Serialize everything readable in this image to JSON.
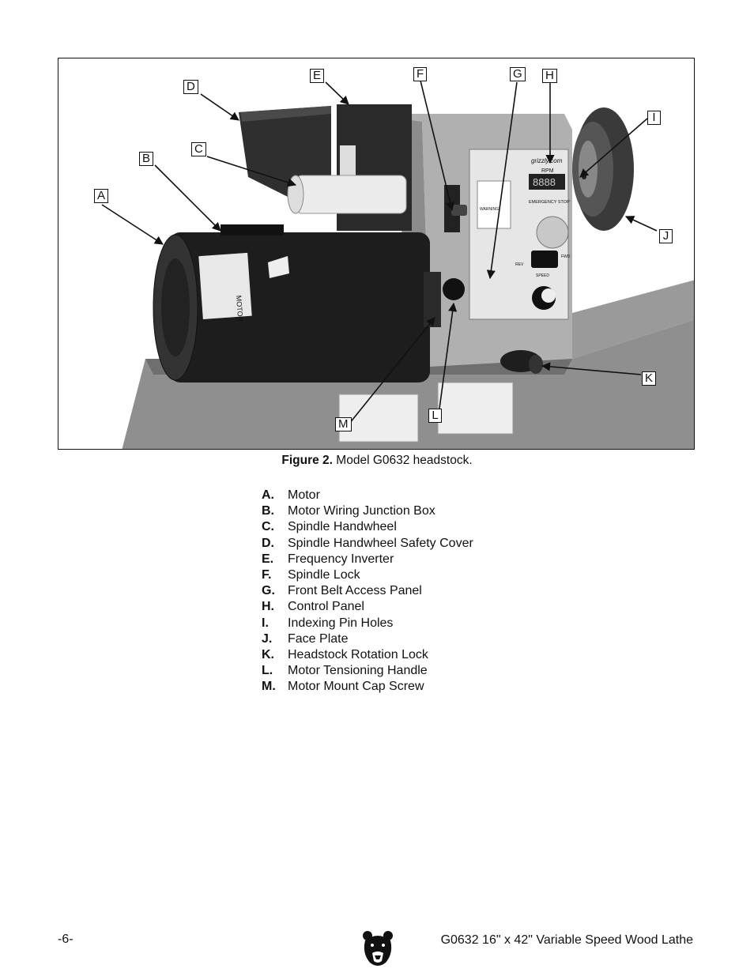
{
  "figure": {
    "callouts": [
      "A",
      "B",
      "C",
      "D",
      "E",
      "F",
      "G",
      "H",
      "I",
      "J",
      "K",
      "L",
      "M"
    ],
    "photo_text": {
      "motor": "MOTOR",
      "brand": "grizzly.com",
      "rpm": "RPM",
      "display": "8888",
      "emergency_stop": "EMERGENCY STOP",
      "warning": "WARNING",
      "rev": "REV",
      "fwd": "FWD",
      "speed": "SPEED"
    },
    "caption_bold": "Figure 2.",
    "caption_text": " Model G0632 headstock."
  },
  "parts": [
    {
      "letter": "A.",
      "name": "Motor"
    },
    {
      "letter": "B.",
      "name": "Motor Wiring Junction Box"
    },
    {
      "letter": "C.",
      "name": "Spindle Handwheel"
    },
    {
      "letter": "D.",
      "name": "Spindle Handwheel Safety Cover"
    },
    {
      "letter": "E.",
      "name": "Frequency Inverter"
    },
    {
      "letter": "F.",
      "name": "Spindle Lock"
    },
    {
      "letter": "G.",
      "name": "Front Belt Access Panel"
    },
    {
      "letter": "H.",
      "name": "Control Panel"
    },
    {
      "letter": "I.",
      "name": "Indexing Pin Holes"
    },
    {
      "letter": "J.",
      "name": "Face Plate"
    },
    {
      "letter": "K.",
      "name": "Headstock Rotation Lock"
    },
    {
      "letter": "L.",
      "name": "Motor Tensioning Handle"
    },
    {
      "letter": "M.",
      "name": "Motor Mount Cap Screw"
    }
  ],
  "footer": {
    "page_number": "-6-",
    "title": "G0632 16\" x 42\" Variable Speed Wood Lathe"
  },
  "colors": {
    "bed": "#8a8a8a",
    "headstock": "#a9a9a9",
    "motor": "#1c1c1c",
    "panel": "#e6e6e6"
  }
}
